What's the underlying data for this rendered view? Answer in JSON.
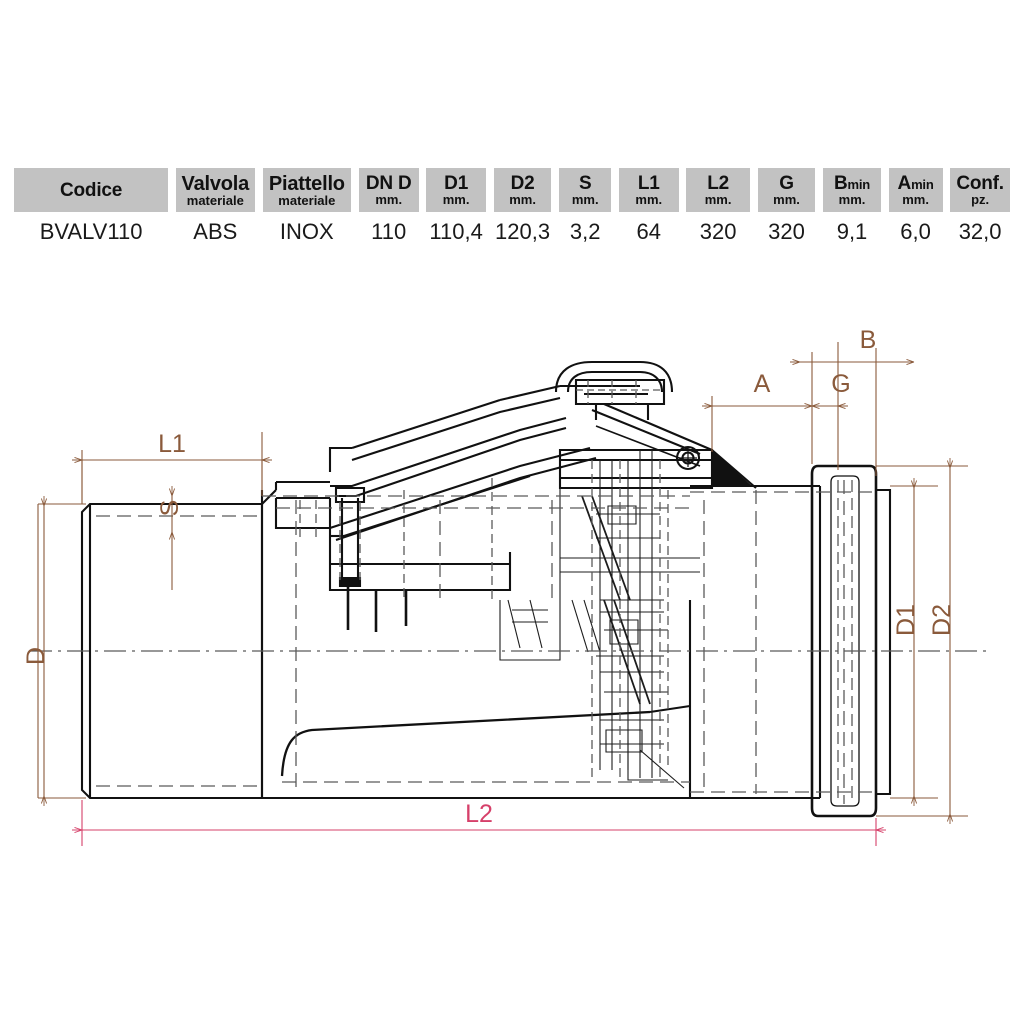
{
  "document": {
    "title": "BVALV110 backwater valve dimensional drawing"
  },
  "spec_table": {
    "columns": [
      {
        "key": "codice",
        "header": "Codice",
        "sub": "",
        "unit": "",
        "value": "BVALV110",
        "width": 160
      },
      {
        "key": "valvola",
        "header": "Valvola",
        "sub": "materiale",
        "unit": "",
        "value": "ABS",
        "width": 82
      },
      {
        "key": "piattello",
        "header": "Piattello",
        "sub": "materiale",
        "unit": "",
        "value": "INOX",
        "width": 92
      },
      {
        "key": "dn_d",
        "header": "DN D",
        "sub": "",
        "unit": "mm.",
        "value": "110",
        "width": 62
      },
      {
        "key": "d1",
        "header": "D1",
        "sub": "",
        "unit": "mm.",
        "value": "110,4",
        "width": 62
      },
      {
        "key": "d2",
        "header": "D2",
        "sub": "",
        "unit": "mm.",
        "value": "120,3",
        "width": 60
      },
      {
        "key": "s",
        "header": "S",
        "sub": "",
        "unit": "mm.",
        "value": "3,2",
        "width": 54
      },
      {
        "key": "l1",
        "header": "L1",
        "sub": "",
        "unit": "mm.",
        "value": "64",
        "width": 62
      },
      {
        "key": "l2",
        "header": "L2",
        "sub": "",
        "unit": "mm.",
        "value": "320",
        "width": 66
      },
      {
        "key": "g",
        "header": "G",
        "sub": "",
        "unit": "mm.",
        "value": "320",
        "width": 60
      },
      {
        "key": "bmin",
        "header": "B",
        "sub": "",
        "unit": "mm.",
        "value": "9,1",
        "width": 60,
        "header_small": "min"
      },
      {
        "key": "amin",
        "header": "A",
        "sub": "",
        "unit": "mm.",
        "value": "6,0",
        "width": 56,
        "header_small": "min"
      },
      {
        "key": "conf",
        "header": "Conf.",
        "sub": "",
        "unit": "pz.",
        "value": "32,0",
        "width": 62
      }
    ]
  },
  "drawing": {
    "dimension_labels": [
      {
        "id": "L1",
        "text": "L1",
        "color": "#8a5a3b",
        "orientation": "horizontal"
      },
      {
        "id": "S",
        "text": "S",
        "color": "#8a5a3b",
        "orientation": "vertical"
      },
      {
        "id": "D",
        "text": "D",
        "color": "#8a5a3b",
        "orientation": "vertical"
      },
      {
        "id": "A",
        "text": "A",
        "color": "#8a5a3b",
        "orientation": "horizontal"
      },
      {
        "id": "G",
        "text": "G",
        "color": "#8a5a3b",
        "orientation": "horizontal"
      },
      {
        "id": "B",
        "text": "B",
        "color": "#8a5a3b",
        "orientation": "horizontal"
      },
      {
        "id": "D1",
        "text": "D1",
        "color": "#8a5a3b",
        "orientation": "vertical"
      },
      {
        "id": "D2",
        "text": "D2",
        "color": "#8a5a3b",
        "orientation": "vertical"
      },
      {
        "id": "L2",
        "text": "L2",
        "color": "#d6406a",
        "orientation": "horizontal"
      }
    ],
    "colors": {
      "outline": "#111111",
      "hidden_line": "#555555",
      "dimension_brown": "#8a5a3b",
      "dimension_pink": "#d6406a",
      "header_gray": "#c2c2c2"
    }
  }
}
